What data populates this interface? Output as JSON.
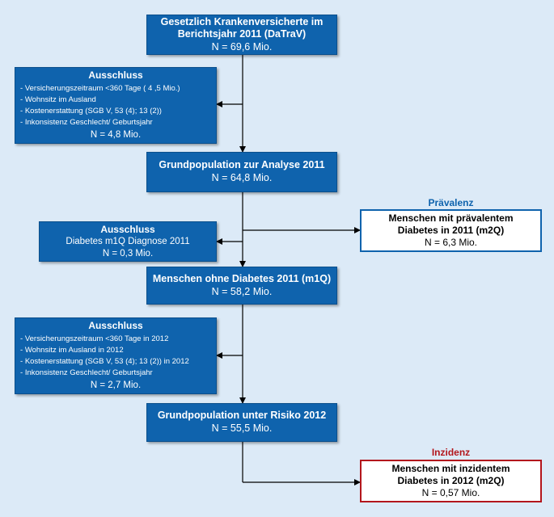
{
  "boxes": {
    "start": {
      "line1": "Gesetzlich Krankenversicherte im",
      "line2": "Berichtsjahr 2011 (DaTraV)",
      "n": "N =  69,6 Mio."
    },
    "excl1": {
      "heading": "Ausschluss",
      "items": [
        "Versicherungszeitraum <360 Tage ( 4 ,5 Mio.)",
        "Wohnsitz im Ausland",
        "Kostenerstattung (SGB V, 53 (4); 13 (2))",
        "Inkonsistenz Geschlecht/ Geburtsjahr"
      ],
      "n": "N = 4,8 Mio."
    },
    "grund2011": {
      "line1": "Grundpopulation zur Analyse 2011",
      "n": "N = 64,8 Mio."
    },
    "excl2": {
      "heading": "Ausschluss",
      "line": "Diabetes m1Q  Diagnose 2011",
      "n": "N = 0,3 Mio."
    },
    "ohne": {
      "line1": "Menschen ohne Diabetes 2011 (m1Q)",
      "n": "N = 58,2 Mio."
    },
    "excl3": {
      "heading": "Ausschluss",
      "items": [
        "Versicherungszeitraum <360 Tage in 2012",
        "Wohnsitz im Ausland in 2012",
        "Kostenerstattung (SGB V, 53 (4); 13 (2)) in 2012",
        "Inkonsistenz Geschlecht/ Geburtsjahr"
      ],
      "n": "N = 2,7 Mio."
    },
    "risiko": {
      "line1": "Grundpopulation unter Risiko 2012",
      "n": "N = 55,5 Mio."
    },
    "praev": {
      "label": "Prävalenz",
      "line1": "Menschen mit prävalentem",
      "line2": "Diabetes in 2011 (m2Q)",
      "n": "N = 6,3 Mio."
    },
    "inz": {
      "label": "Inzidenz",
      "line1": "Menschen mit inzidentem",
      "line2": "Diabetes in 2012 (m2Q)",
      "n": "N = 0,57 Mio."
    }
  },
  "colors": {
    "background": "#dceaf7",
    "box_fill": "#0f63ad",
    "praevalenz": "#0f63ad",
    "inzidenz": "#b3161c"
  }
}
